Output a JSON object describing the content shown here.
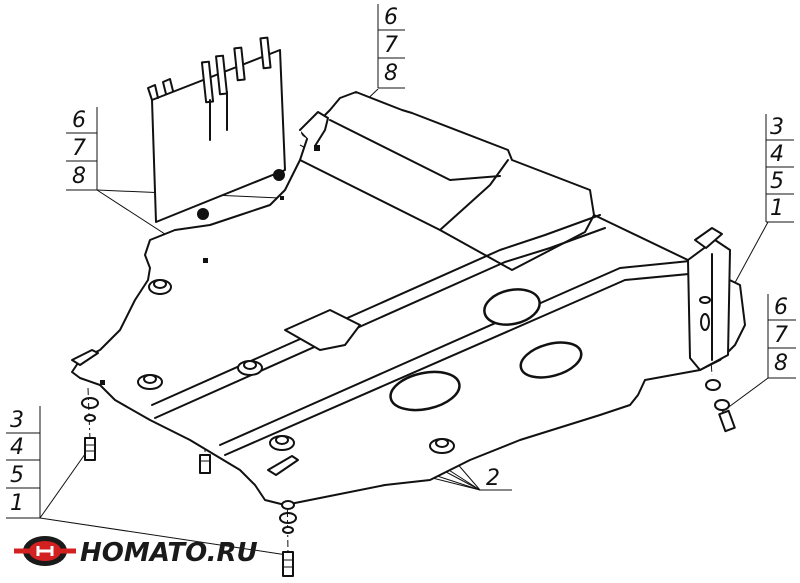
{
  "callouts": {
    "top_center": [
      "6",
      "7",
      "8"
    ],
    "left_upper": [
      "6",
      "7",
      "8"
    ],
    "right_upper": [
      "3",
      "4",
      "5",
      "1"
    ],
    "right_lower": [
      "6",
      "7",
      "8"
    ],
    "left_lower": [
      "3",
      "4",
      "5",
      "1"
    ],
    "bottom_center": "2"
  },
  "logo": {
    "text": "HOMATO.RU",
    "colors": {
      "red": "#d32020",
      "dark": "#1a1a1a"
    }
  }
}
